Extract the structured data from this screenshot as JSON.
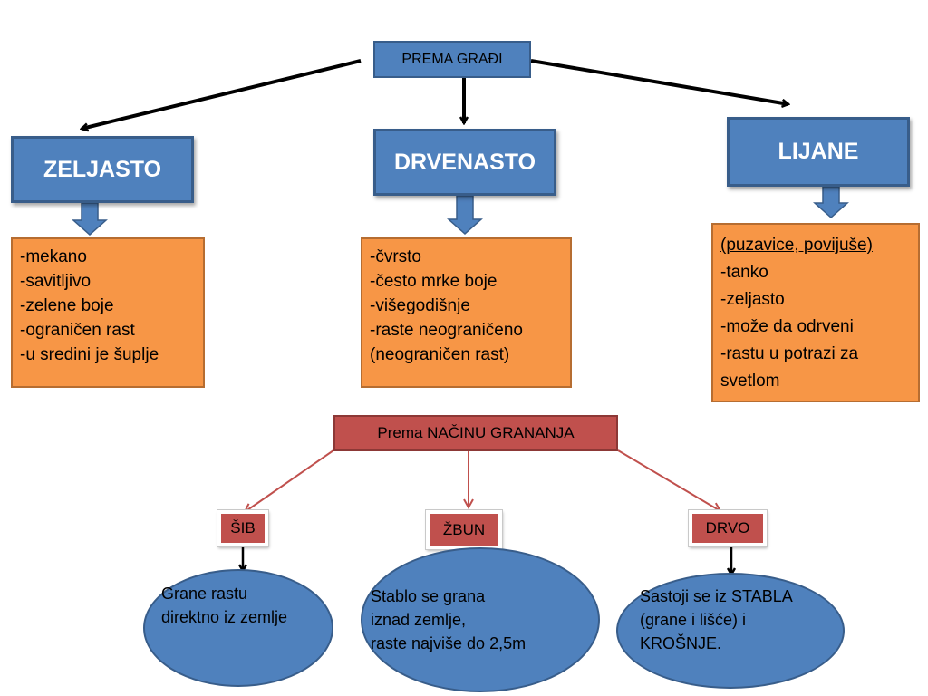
{
  "top": {
    "label": "PREMA GRAĐI"
  },
  "categories": [
    {
      "title": "ZELJASTO",
      "lines": [
        "-mekano",
        "-savitljivo",
        "-zelene boje",
        "-ograničen rast",
        "-u sredini je šuplje"
      ]
    },
    {
      "title": "DRVENASTO",
      "lines": [
        "-čvrsto",
        "-često mrke boje",
        "-višegodišnje",
        "-raste neograničeno",
        "(neograničen rast)"
      ]
    },
    {
      "title": "LIJANE",
      "lines": [
        "(puzavice, povijuše)",
        "-tanko",
        "-zeljasto",
        "-može da odrveni",
        "-rastu u potrazi za",
        "svetlom"
      ]
    }
  ],
  "branching": {
    "label": "Prema NAČINU GRANANJA"
  },
  "types": [
    {
      "label": "ŠIB",
      "lines": [
        "Grane rastu",
        "direktno iz zemlje"
      ]
    },
    {
      "label": "ŽBUN",
      "lines": [
        "Stablo se grana",
        "iznad zemlje,",
        "raste najviše do 2,5m"
      ]
    },
    {
      "label": "DRVO",
      "lines": [
        "Sastoji se iz STABLA",
        "(grane i lišće) i",
        "KROŠNJE."
      ]
    }
  ],
  "colors": {
    "blue": "#4f81bd",
    "orange": "#f79646",
    "red": "#c0504d"
  }
}
